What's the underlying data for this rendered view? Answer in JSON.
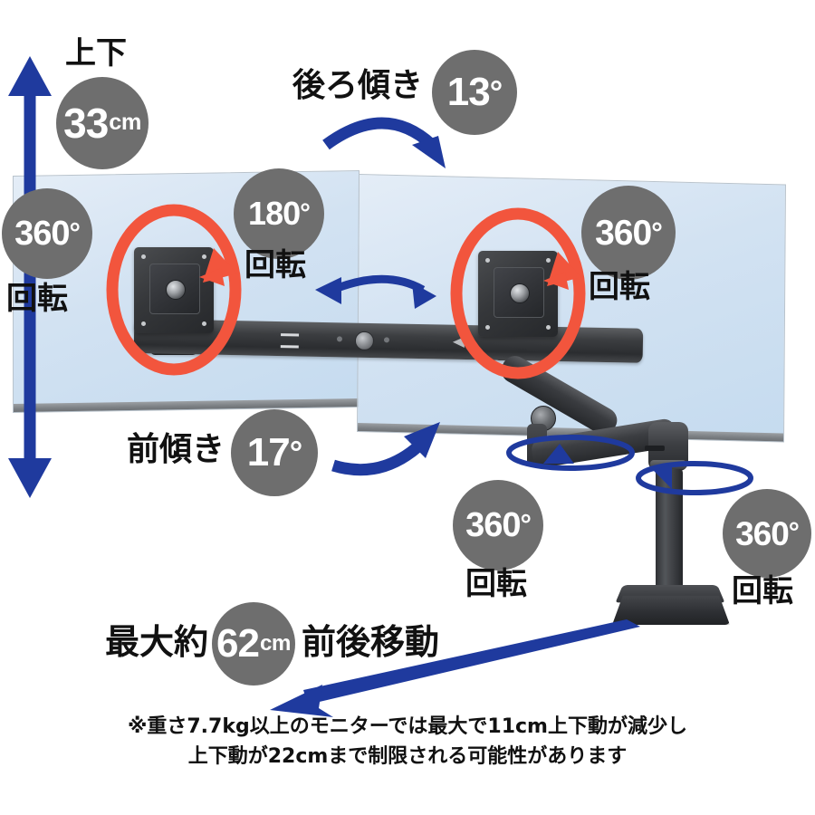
{
  "product_diagram": {
    "title_hidden": "",
    "colors": {
      "badge_gray": "#6e6e6e",
      "arrow_blue": "#1f3a9e",
      "ring_red": "#f2553d",
      "screen_blue": "#d2e2f2",
      "hardware_black": "#33353a",
      "text_black": "#111111"
    },
    "badges": {
      "height_adjust": {
        "value": "33",
        "unit": "cm",
        "label": "上下"
      },
      "tilt_back": {
        "value": "13",
        "unit": "°",
        "label": "後ろ傾き"
      },
      "tilt_forward": {
        "value": "17",
        "unit": "°",
        "label": "前傾き"
      },
      "pan_crossbar": {
        "value": "180",
        "unit": "°",
        "label": "回転"
      },
      "rotate_monitor_left": {
        "value": "360",
        "unit": "°",
        "label": "回転"
      },
      "rotate_monitor_right": {
        "value": "360",
        "unit": "°",
        "label": "回転"
      },
      "rotate_arm_elbow": {
        "value": "360",
        "unit": "°",
        "label": "回転"
      },
      "rotate_arm_base": {
        "value": "360",
        "unit": "°",
        "label": "回転"
      },
      "reach": {
        "prefix": "最大約",
        "value": "62",
        "unit": "cm",
        "suffix": "前後移動"
      }
    },
    "footnote": {
      "line1": "※重さ7.7kg以上のモニターでは最大で11cm上下動が減少し",
      "line2": "上下動が22cmまで制限される可能性があります"
    },
    "hardware": {
      "monitor_left_name": "left-monitor",
      "monitor_right_name": "right-monitor",
      "crossbar_name": "crossbar",
      "arm_name": "articulating-arm",
      "base_name": "desk-base"
    }
  }
}
